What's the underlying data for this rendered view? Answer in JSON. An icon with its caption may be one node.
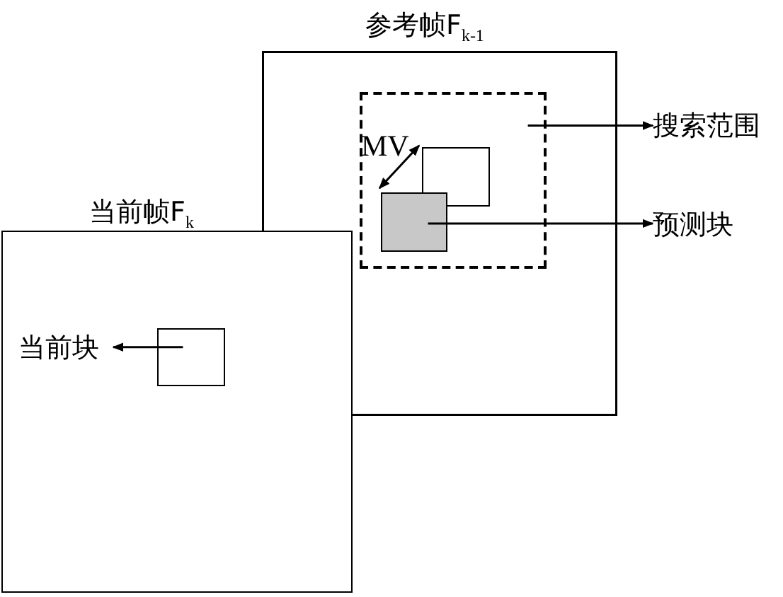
{
  "diagram": {
    "nodes": [
      {
        "text": [
          "参考帧F$_{k-1}$"
        ]
      },
      {
        "text": [],
        "shape": "box",
        "in": 0
      },
      {
        "text": [],
        "shape": "box",
        "in": 1
      },
      {
        "text": [],
        "shape": "box",
        "in": 1
      },
      {
        "text": [
          "当前帧F$_{k}$"
        ]
      },
      {
        "text": [],
        "shape": "box",
        "in": 4
      },
      {
        "text": [
          "搜索范围"
        ]
      },
      {
        "text": [
          "预测块"
        ]
      },
      {
        "text": [
          "当前块"
        ],
        "in": 4
      }
    ],
    "edges": [
      {
        "from": 1,
        "to": 6,
        "arrow": "to"
      },
      {
        "from": 3,
        "to": 7,
        "arrow": "to"
      },
      {
        "from": 5,
        "to": 8,
        "arrow": "to"
      },
      {
        "from": 2,
        "to": 3,
        "arrow": "both",
        "label": "MV"
      }
    ]
  }
}
